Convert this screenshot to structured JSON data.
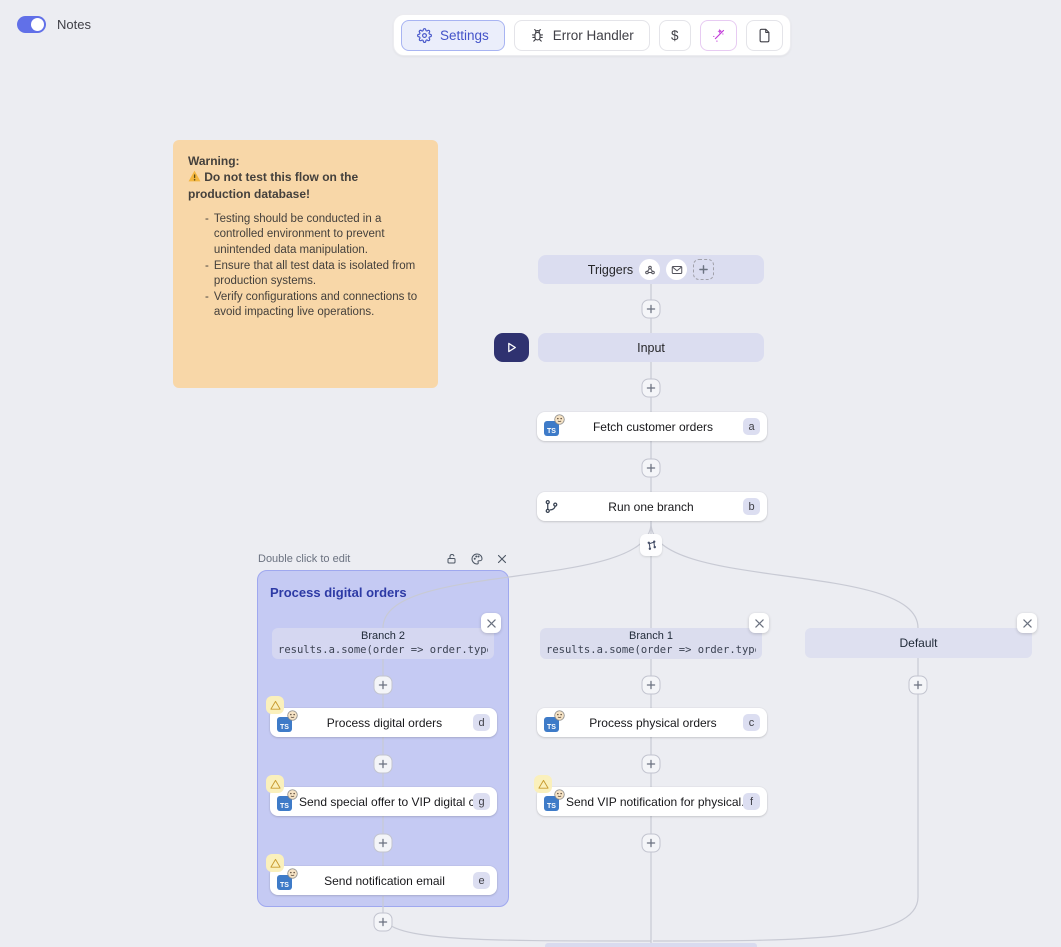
{
  "topbar": {
    "notes_label": "Notes",
    "settings_label": "Settings",
    "error_handler_label": "Error Handler",
    "dollar_label": "$"
  },
  "note": {
    "title": "Warning:",
    "alert": "Do not test this flow on the production database!",
    "items": [
      "Testing should be conducted in a controlled environment to prevent unintended data manipulation.",
      "Ensure that all test data is isolated from production systems.",
      "Verify configurations and connections to avoid impacting live operations."
    ]
  },
  "flow": {
    "triggers_label": "Triggers",
    "input_label": "Input",
    "fetch_orders": {
      "label": "Fetch customer orders",
      "badge": "a"
    },
    "run_one_branch": {
      "label": "Run one branch",
      "badge": "b"
    },
    "group": {
      "hint": "Double click to edit",
      "title": "Process digital orders"
    },
    "branch2": {
      "label": "Branch 2",
      "code": "results.a.some(order => order.type"
    },
    "branch1": {
      "label": "Branch 1",
      "code": "results.a.some(order => order.type"
    },
    "default_branch": {
      "label": "Default"
    },
    "process_digital": {
      "label": "Process digital orders",
      "badge": "d"
    },
    "send_special": {
      "label": "Send special offer to VIP digital c...",
      "badge": "g"
    },
    "send_email": {
      "label": "Send notification email",
      "badge": "e"
    },
    "process_physical": {
      "label": "Process physical orders",
      "badge": "c"
    },
    "send_vip": {
      "label": "Send VIP notification for physical...",
      "badge": "f"
    }
  },
  "colors": {
    "canvas_bg": "#ECEDF2",
    "accent_indigo": "#4353C9",
    "group_bg": "#C5CAF3",
    "note_bg": "#F8D7A8",
    "lavender_bar": "#DBDDF0",
    "warning_badge_bg": "#FAF0BC",
    "wand_magenta": "#C137D9",
    "edge_line": "#C8CAD4",
    "play_button_bg": "#2F3270",
    "ts_icon_blue": "#3E7BC8"
  }
}
